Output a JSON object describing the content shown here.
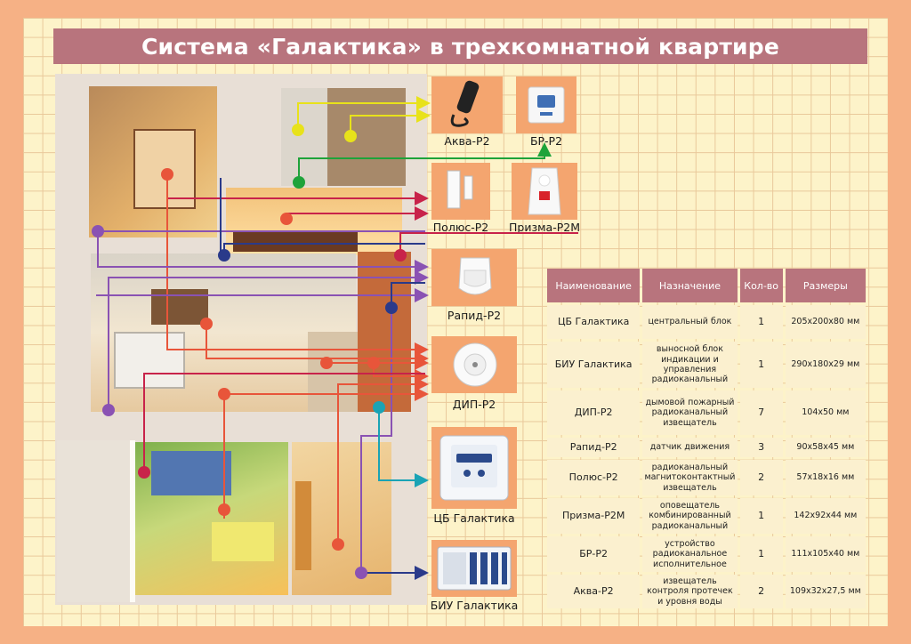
{
  "title": "Система «Галактика» в трехкомнатной квартире",
  "devices": {
    "akva": "Аква-Р2",
    "br": "БР-Р2",
    "polus": "Полюс-Р2",
    "prizma": "Призма-Р2М",
    "rapid": "Рапид-Р2",
    "dip": "ДИП-Р2",
    "cb": "ЦБ Галактика",
    "biu": "БИУ Галактика"
  },
  "table": {
    "headers": [
      "Наименование",
      "Назначение",
      "Кол-во",
      "Размеры"
    ],
    "rows": [
      [
        "ЦБ Галактика",
        "центральный блок",
        "1",
        "205х200х80 мм"
      ],
      [
        "БИУ Галактика",
        "выносной блок индикации и управления радиоканальный",
        "1",
        "290х180х29 мм"
      ],
      [
        "ДИП-Р2",
        "дымовой пожарный радиоканальный извещатель",
        "7",
        "104х50 мм"
      ],
      [
        "Рапид-Р2",
        "датчик движения",
        "3",
        "90х58х45 мм"
      ],
      [
        "Полюс-Р2",
        "радиоканальный магнитоконтактный извещатель",
        "2",
        "57х18х16 мм"
      ],
      [
        "Призма-Р2М",
        "оповещатель комбинированный радиоканальный",
        "1",
        "142х92х44 мм"
      ],
      [
        "БР-Р2",
        "устройство радиоканальное исполнительное",
        "1",
        "111х105х40 мм"
      ],
      [
        "Аква-Р2",
        "извещатель контроля протечек и уровня воды",
        "2",
        "109х32х27,5 мм"
      ]
    ]
  },
  "colors": {
    "background": "#f6b185",
    "grid": "#fdf3c9",
    "accent": "#b8747d",
    "panel": "#f4a56f",
    "orange_line": "#e8553a",
    "crimson_line": "#c8234a",
    "yellow_line": "#e8e21a",
    "green_line": "#1ea33a",
    "purple_line": "#8a52b3",
    "navy_line": "#2a3a8a",
    "teal_line": "#1aa3b5"
  }
}
